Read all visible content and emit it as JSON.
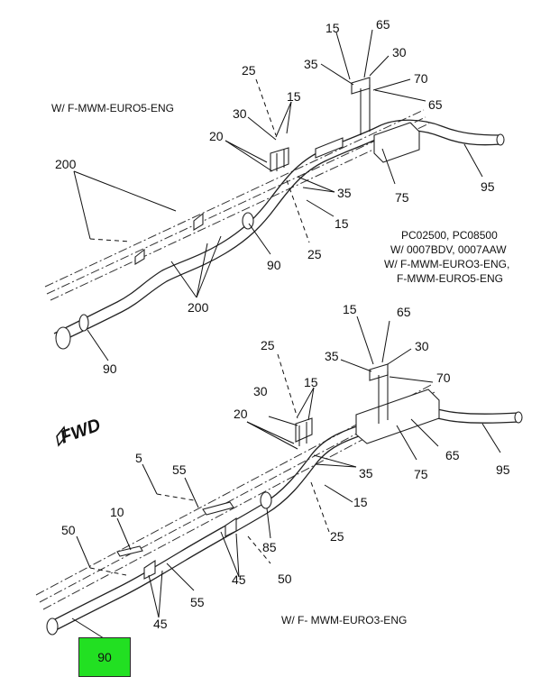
{
  "upper_view": {
    "caption_left": "W/ F-MWM-EURO5-ENG",
    "applicability": [
      "PC02500, PC08500",
      "W/ 0007BDV, 0007AAW",
      "W/ F-MWM-EURO3-ENG,",
      "F-MWM-EURO5-ENG"
    ],
    "callouts": [
      "15",
      "65",
      "35",
      "30",
      "70",
      "65",
      "25",
      "15",
      "30",
      "20",
      "35",
      "75",
      "95",
      "200",
      "15",
      "25",
      "90",
      "200",
      "90"
    ]
  },
  "lower_view": {
    "caption_bottom": "W/ F- MWM-EURO3-ENG",
    "fwd": "FWD",
    "callouts": [
      "15",
      "65",
      "25",
      "35",
      "30",
      "15",
      "70",
      "30",
      "20",
      "65",
      "95",
      "35",
      "75",
      "5",
      "55",
      "15",
      "10",
      "85",
      "25",
      "50",
      "45",
      "50",
      "55",
      "45"
    ],
    "highlight": "90"
  },
  "colors": {
    "highlight": "#22e022",
    "line": "#222222"
  }
}
